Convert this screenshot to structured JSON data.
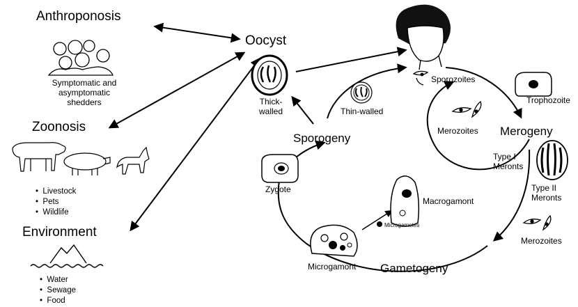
{
  "reservoirs": {
    "anthroponosis": {
      "title": "Anthroponosis",
      "caption_lines": [
        "Symptomatic and",
        "asymptomatic",
        "shedders"
      ]
    },
    "zoonosis": {
      "title": "Zoonosis",
      "items": [
        "Livestock",
        "Pets",
        "Wildlife"
      ]
    },
    "environment": {
      "title": "Environment",
      "items": [
        "Water",
        "Sewage",
        "Food"
      ]
    }
  },
  "oocyst": {
    "title": "Oocyst",
    "thick_walled_lines": [
      "Thick-",
      "walled"
    ],
    "thin_walled": "Thin-walled"
  },
  "cycle": {
    "sporozoites": "Sporozoites",
    "trophozoite": "Trophozoite",
    "merogeny": "Merogeny",
    "merozoites_top": "Merozoites",
    "type1_meronts_lines": [
      "Type I",
      "Meronts"
    ],
    "type2_meronts_lines": [
      "Type II",
      "Meronts"
    ],
    "merozoites_bottom": "Merozoites",
    "gametogeny": "Gametogeny",
    "microgamont": "Microgamont",
    "microgametes": "Microgametes",
    "macrogamont": "Macrogamont",
    "zygote": "Zygote",
    "sporogeny": "Sporogeny"
  },
  "colors": {
    "ink": "#000000",
    "background": "#ffffff",
    "fill_dark": "#111111",
    "fill_light": "#dddddd"
  },
  "icons": [
    "people-group-icon",
    "cow-icon",
    "pig-icon",
    "dog-icon",
    "mountain-water-icon",
    "human-face-icon"
  ]
}
